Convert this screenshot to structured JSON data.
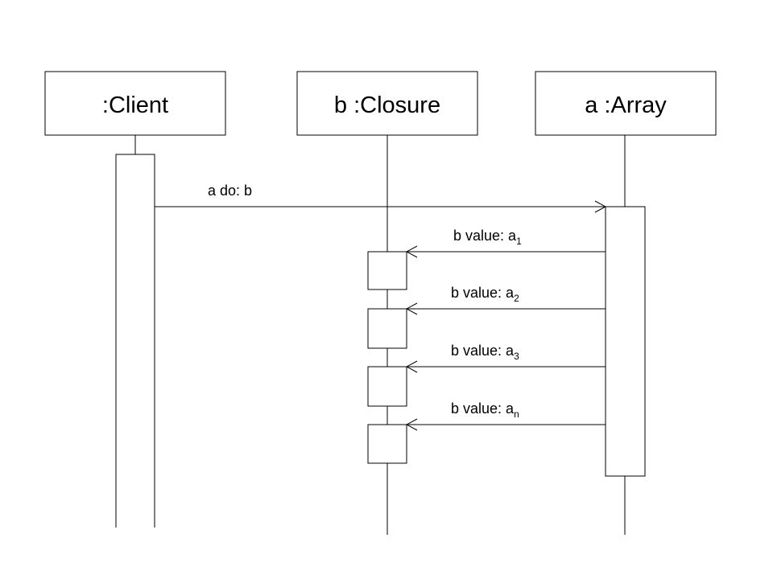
{
  "diagram": {
    "type": "sequence",
    "participants": [
      {
        "id": "client",
        "label": ":Client"
      },
      {
        "id": "closure",
        "label": "b :Closure"
      },
      {
        "id": "array",
        "label": "a :Array"
      }
    ],
    "messages": [
      {
        "from": "client",
        "to": "array",
        "text": "a do: b",
        "subscript": ""
      },
      {
        "from": "array",
        "to": "closure",
        "text": "b value: a",
        "subscript": "1"
      },
      {
        "from": "array",
        "to": "closure",
        "text": "b value: a",
        "subscript": "2"
      },
      {
        "from": "array",
        "to": "closure",
        "text": "b value: a",
        "subscript": "3"
      },
      {
        "from": "array",
        "to": "closure",
        "text": "b value: a",
        "subscript": "n"
      }
    ]
  }
}
